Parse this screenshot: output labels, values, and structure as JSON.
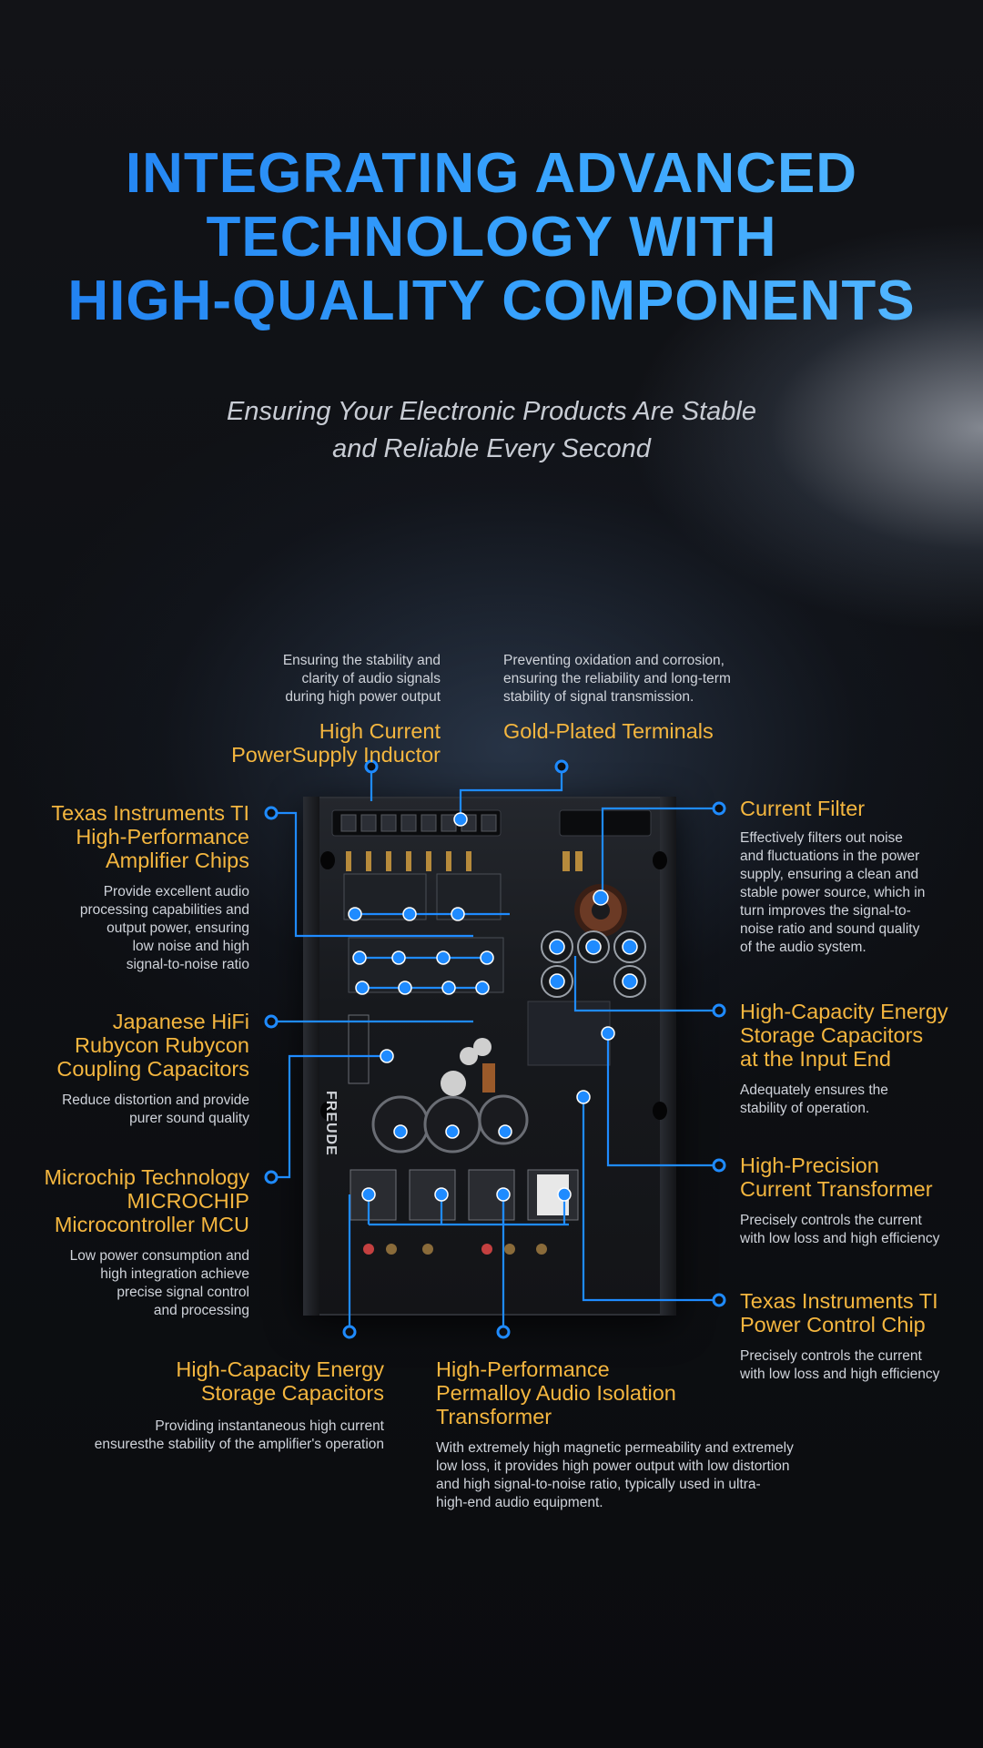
{
  "headline": {
    "line1": "INTEGRATING ADVANCED",
    "line2": "TECHNOLOGY WITH",
    "line3": "HIGH-QUALITY COMPONENTS"
  },
  "subtitle": {
    "line1": "Ensuring Your Electronic Products Are Stable",
    "line2": "and Reliable Every Second"
  },
  "board_brand": "FREUDE",
  "colors": {
    "accent_blue": "#1f8bff",
    "title_gold": "#f4b63f",
    "text_gray": "#cfd3da"
  },
  "features": {
    "inductor": {
      "desc": [
        "Ensuring the stability and",
        "clarity of audio signals",
        "during high power output"
      ],
      "title": [
        "High Current PowerSupply Inductor"
      ]
    },
    "gold_terminals": {
      "desc": [
        "Preventing oxidation and corrosion,",
        "ensuring the reliability and long-term",
        "stability of signal transmission."
      ],
      "title": [
        "Gold-Plated Terminals"
      ]
    },
    "ti_amp": {
      "title": [
        "Texas Instruments TI",
        "High-Performance",
        "Amplifier Chips"
      ],
      "desc": [
        "Provide excellent audio",
        "processing capabilities and",
        "output power, ensuring",
        "low noise and high",
        "signal-to-noise ratio"
      ]
    },
    "current_filter": {
      "title": [
        "Current Filter"
      ],
      "desc": [
        "Effectively filters out noise",
        "and fluctuations in the power",
        "supply, ensuring a clean and",
        "stable power source, which in",
        "turn improves the signal-to-",
        "noise ratio and sound quality",
        "of the audio system."
      ]
    },
    "rubycon": {
      "title": [
        "Japanese HiFi",
        "Rubycon Rubycon",
        "Coupling Capacitors"
      ],
      "desc": [
        "Reduce distortion and provide",
        "purer sound quality"
      ]
    },
    "input_caps": {
      "title": [
        "High-Capacity Energy",
        "Storage Capacitors",
        "at the Input End"
      ],
      "desc": [
        "Adequately ensures the",
        "stability of operation."
      ]
    },
    "mcu": {
      "title": [
        "Microchip Technology",
        "MICROCHIP",
        "Microcontroller MCU"
      ],
      "desc": [
        "Low power consumption and",
        "high integration achieve",
        "precise signal control",
        "and processing"
      ]
    },
    "current_transformer": {
      "title": [
        "High-Precision",
        "Current Transformer"
      ],
      "desc": [
        "Precisely controls the current",
        "with low loss and high efficiency"
      ]
    },
    "power_chip": {
      "title": [
        "Texas Instruments TI",
        "Power Control Chip"
      ],
      "desc": [
        "Precisely controls the current",
        "with low loss and high efficiency"
      ]
    },
    "storage_caps": {
      "title": [
        "High-Capacity Energy",
        "Storage Capacitors"
      ],
      "desc": [
        "Providing instantaneous high current",
        "ensuresthe stability of the amplifier's operation"
      ]
    },
    "permalloy": {
      "title": [
        "High-Performance",
        "Permalloy Audio Isolation",
        "Transformer"
      ],
      "desc": [
        "With extremely high magnetic permeability and extremely",
        "low loss, it provides high power output with low distortion",
        "and high signal-to-noise ratio, typically used in ultra-",
        "high-end audio equipment."
      ]
    }
  }
}
